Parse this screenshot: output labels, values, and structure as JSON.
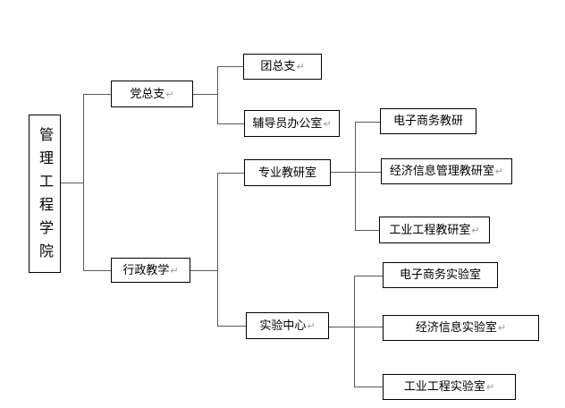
{
  "marks": {
    "paragraph": "↵"
  },
  "colors": {
    "background": "#ffffff",
    "box_border": "#000000",
    "box_fill": "#ffffff",
    "text": "#000000",
    "connector": "#5a5a5a",
    "paragraph_mark": "#9a9a9a"
  },
  "nodes": {
    "college": {
      "label": "管理工程学院",
      "has_paragraph_mark": false
    },
    "party": {
      "label": "党总支",
      "has_paragraph_mark": true
    },
    "youth": {
      "label": "团总支",
      "has_paragraph_mark": true
    },
    "counselor": {
      "label": "辅导员办公室",
      "has_paragraph_mark": true
    },
    "profResearch": {
      "label": "专业教研室",
      "has_paragraph_mark": false
    },
    "adminTeaching": {
      "label": "行政教学",
      "has_paragraph_mark": true
    },
    "expCenter": {
      "label": "实验中心",
      "has_paragraph_mark": true
    },
    "ecomResearch": {
      "label": "电子商务教研",
      "has_paragraph_mark": false
    },
    "econInfoResearch": {
      "label": "经济信息管理教研室",
      "has_paragraph_mark": true
    },
    "indEngResearch": {
      "label": "工业工程教研室",
      "has_paragraph_mark": true
    },
    "ecomLab": {
      "label": "电子商务实验室",
      "has_paragraph_mark": false
    },
    "econInfoLab": {
      "label": "经济信息实验室",
      "has_paragraph_mark": true
    },
    "indEngLab": {
      "label": "工业工程实验室",
      "has_paragraph_mark": true
    }
  },
  "edges": [
    {
      "from": "college",
      "to": "party"
    },
    {
      "from": "college",
      "to": "adminTeaching"
    },
    {
      "from": "party",
      "to": "youth"
    },
    {
      "from": "party",
      "to": "counselor"
    },
    {
      "from": "adminTeaching",
      "to": "profResearch"
    },
    {
      "from": "adminTeaching",
      "to": "expCenter"
    },
    {
      "from": "profResearch",
      "to": "ecomResearch"
    },
    {
      "from": "profResearch",
      "to": "econInfoResearch"
    },
    {
      "from": "profResearch",
      "to": "indEngResearch"
    },
    {
      "from": "expCenter",
      "to": "ecomLab"
    },
    {
      "from": "expCenter",
      "to": "econInfoLab"
    },
    {
      "from": "expCenter",
      "to": "indEngLab"
    }
  ]
}
